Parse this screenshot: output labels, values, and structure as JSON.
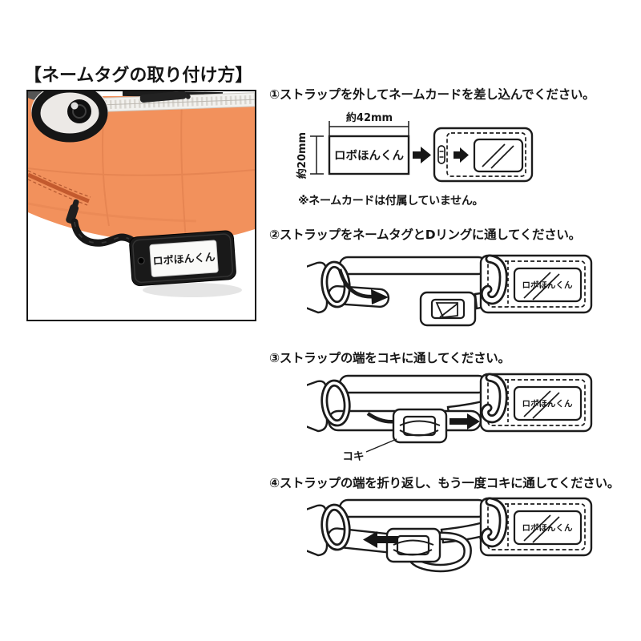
{
  "title": "【ネームタグの取り付け方】",
  "photo": {
    "tag_label": "ロボほんくん"
  },
  "steps": {
    "s1": {
      "label": "①ストラップを外してネームカードを差し込んでください。",
      "width_label": "約42mm",
      "height_label": "約20mm",
      "card_text": "ロボほんくん",
      "note": "※ネームカードは付属していません。"
    },
    "s2": {
      "label": "②ストラップをネームタグとDリングに通してください。",
      "tag_text": "ロボほんくん"
    },
    "s3": {
      "label": "③ストラップの端をコキに通してください。",
      "tag_text": "ロボほんくん",
      "slider_label": "コキ"
    },
    "s4": {
      "label": "④ストラップの端を折り返し、もう一度コキに通してください。",
      "tag_text": "ロボほんくん"
    }
  },
  "colors": {
    "bag_orange": "#F2915C",
    "seam_orange": "#DC7A49",
    "zipper_orange": "#C35A2E",
    "tag_black": "#191919",
    "line": "#1c1c1c"
  }
}
